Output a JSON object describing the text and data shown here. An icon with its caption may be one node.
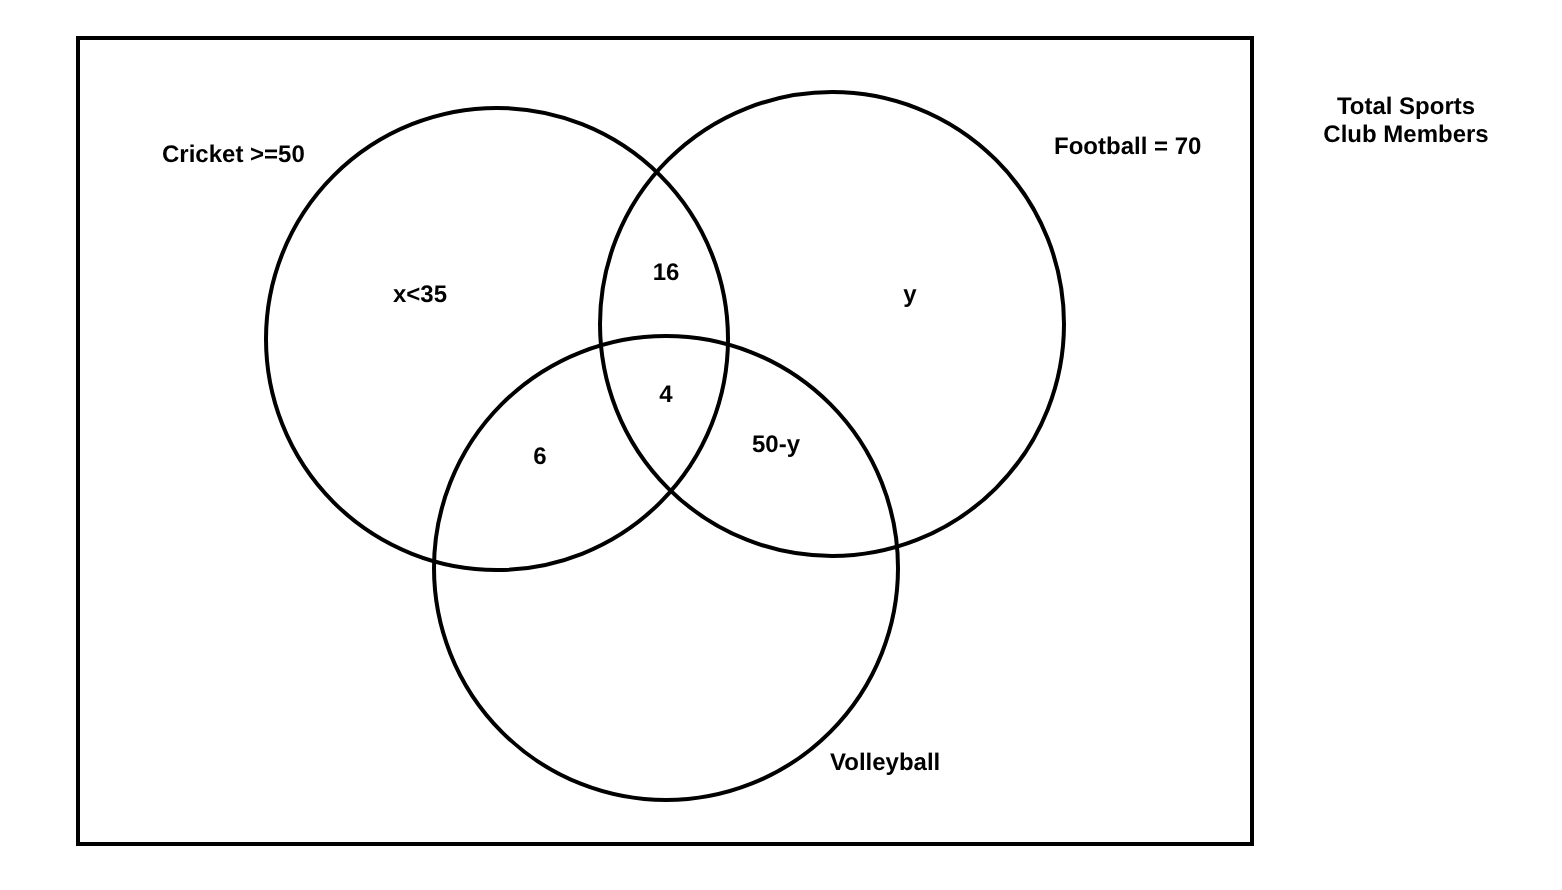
{
  "diagram": {
    "nodes": [
      {
        "text": [
          "Total Sports Club Members"
        ]
      },
      {
        "text": [
          "Cricket >=50"
        ],
        "in": 0
      },
      {
        "text": [
          "Football = 70"
        ],
        "in": 0
      },
      {
        "text": [
          "Volleyball"
        ],
        "in": 0
      }
    ],
    "labels": [
      "16",
      "x<35",
      "y",
      "4",
      "50-y",
      "6"
    ]
  }
}
